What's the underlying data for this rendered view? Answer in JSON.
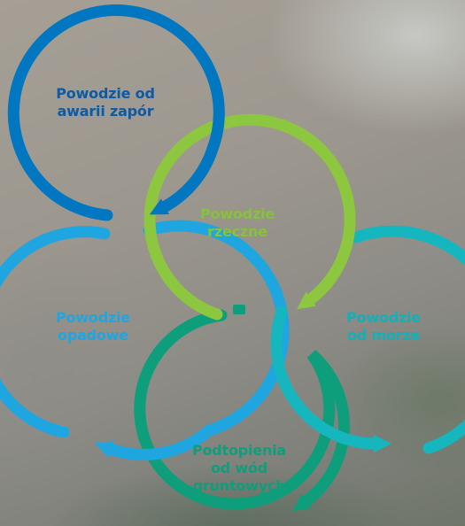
{
  "diagram": {
    "labels": {
      "dam_failure": "Powodzie od\nawarii zapór",
      "river": "Powodzie\nrzeczne",
      "rainfall": "Powodzie\nopadowe",
      "sea": "Powodzie\nod morza",
      "groundwater": "Podtopienia\nod wód\ngruntowych"
    },
    "colors": {
      "dam_failure": "#0077c0",
      "river": "#8dc63f",
      "rainfall": "#1fa6e0",
      "sea": "#16b6bf",
      "groundwater": "#0e9e7c"
    }
  }
}
